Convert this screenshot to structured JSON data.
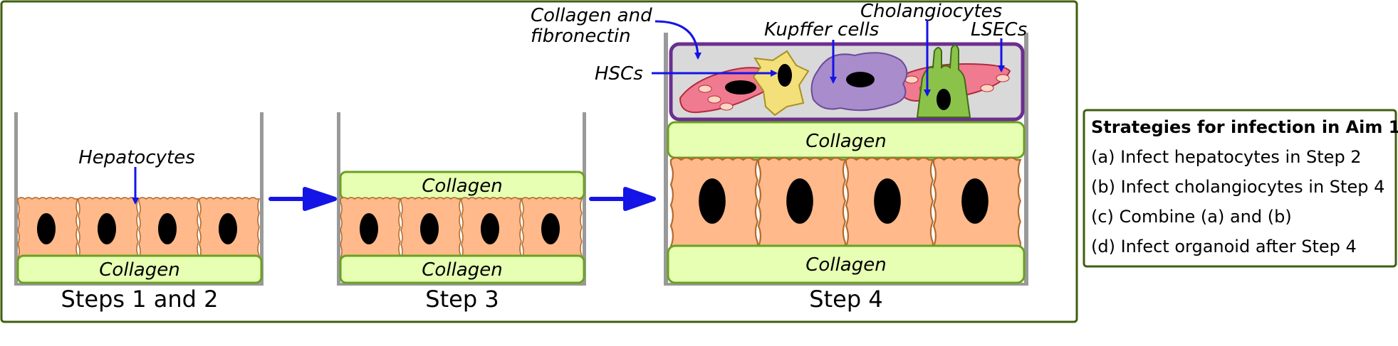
{
  "labels": {
    "hepatocytes": "Hepatocytes",
    "collagen": "Collagen",
    "collagen_fibronectin_line1": "Collagen and",
    "collagen_fibronectin_line2": "fibronectin",
    "hscs": "HSCs",
    "kupffer": "Kupffer cells",
    "cholangiocytes": "Cholangiocytes",
    "lsecs": "LSECs"
  },
  "steps": {
    "step12": "Steps 1 and 2",
    "step3": "Step 3",
    "step4": "Step 4"
  },
  "legend": {
    "title": "Strategies for infection in Aim 1",
    "items": [
      "(a) Infect hepatocytes in Step 2",
      "(b) Infect cholangiocytes in Step 4",
      "(c) Combine (a) and (b)",
      "(d) Infect organoid after Step 4"
    ]
  },
  "colors": {
    "frame": "#3f5f0f",
    "collagen_fill": "#e6ffb3",
    "collagen_stroke": "#6aa121",
    "hepatocyte_fill": "#ffb98a",
    "hepatocyte_stroke": "#b06a2c",
    "nucleus": "#000000",
    "arrow": "#1414e6",
    "well_wall": "#999999",
    "matrix_fill": "#d9d9d9",
    "matrix_stroke": "#6b2f8f",
    "lsec_fill": "#f07a8f",
    "hsc_fill": "#f4e07a",
    "kupffer_fill": "#a98ccc",
    "cholangiocyte_fill": "#8bc34a"
  }
}
